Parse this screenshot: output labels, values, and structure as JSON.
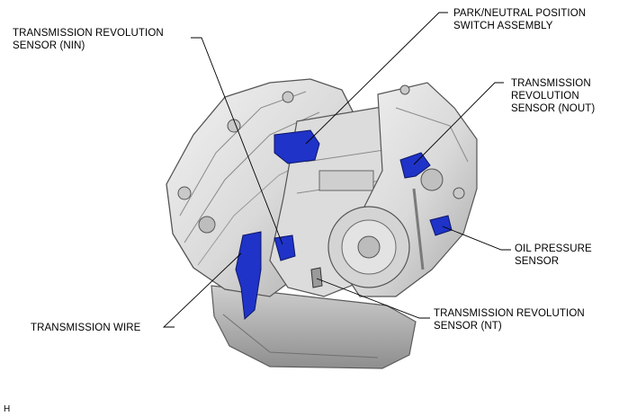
{
  "labels": {
    "nin": "TRANSMISSION REVOLUTION\nSENSOR (NIN)",
    "park_neutral": "PARK/NEUTRAL POSITION\nSWITCH ASSEMBLY",
    "nout": "TRANSMISSION\nREVOLUTION\nSENSOR (NOUT)",
    "oil_pressure": "OIL PRESSURE\nSENSOR",
    "nt": "TRANSMISSION REVOLUTION\nSENSOR (NT)",
    "wire": "TRANSMISSION WIRE",
    "corner_code": "H"
  },
  "colors": {
    "part_blue": "#1f33c8",
    "housing_light": "#e8e8e8",
    "housing_mid": "#c8c8c8",
    "housing_dark": "#8a8a8a",
    "line": "#000000"
  }
}
